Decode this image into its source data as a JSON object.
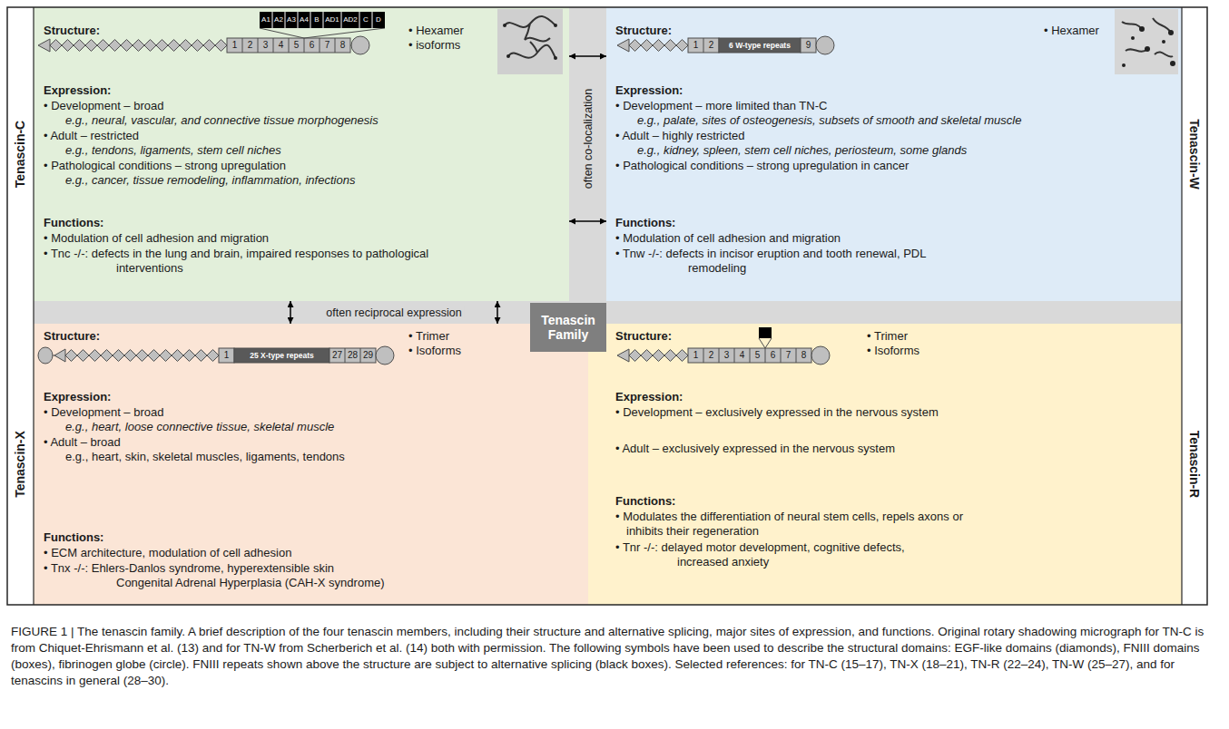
{
  "diagram": {
    "caption": "FIGURE 1 | The tenascin family. A brief description of the four tenascin members, including their structure and alternative splicing, major sites of expression, and functions. Original rotary shadowing micrograph for TN-C is from Chiquet-Ehrismann et al. (13) and for TN-W from Scherberich et al. (14) both with permission. The following symbols have been used to describe the structural domains: EGF-like domains (diamonds), FNIII domains (boxes), fibrinogen globe (circle). FNIII repeats shown above the structure are subject to alternative splicing (black boxes). Selected references: for TN-C (15–17), TN-X (18–21), TN-R (22–24), TN-W (25–27), and for tenascins in general (28–30).",
    "nodes": [
      {
        "text": [
          "Tenascin-C",
          "Structure:",
          "• Hexamer",
          "• isoforms",
          "Expression:",
          "• Development – broad",
          "e.g., neural, vascular, and connective tissue morphogenesis",
          "• Adult – restricted",
          "e.g., tendons, ligaments, stem cell niches",
          "• Pathological conditions – strong upregulation",
          "e.g., cancer, tissue remodeling, inflammation, infections",
          "Functions:",
          "• Modulation of cell adhesion and migration",
          "• Tnc -/-: defects in the lung and brain, impaired responses to pathological interventions"
        ]
      },
      {
        "text": [
          "Tenascin-W",
          "Structure:",
          "• Hexamer",
          "Expression:",
          "• Development – more limited than TN-C",
          "e.g., palate, sites of osteogenesis, subsets of smooth and skeletal muscle",
          "• Adult – highly restricted",
          "e.g., kidney, spleen, stem cell niches, periosteum, some glands",
          "• Pathological conditions – strong upregulation in cancer",
          "Functions:",
          "• Modulation of cell adhesion and migration",
          "• Tnw -/-: defects in incisor eruption and tooth renewal, PDL remodeling"
        ]
      },
      {
        "text": [
          "Tenascin Family"
        ]
      },
      {
        "text": [
          "Tenascin-X",
          "Structure:",
          "• Trimer",
          "• Isoforms",
          "Expression:",
          "• Development – broad",
          "e.g., heart, loose connective tissue, skeletal muscle",
          "• Adult – broad",
          "e.g., heart, skin, skeletal muscles, ligaments, tendons",
          "Functions:",
          "• ECM architecture, modulation of cell adhesion",
          "• Tnx -/-: Ehlers-Danlos syndrome, hyperextensible skin Congenital Adrenal Hyperplasia (CAH-X syndrome)"
        ]
      },
      {
        "text": [
          "Tenascin-R",
          "Structure:",
          "• Trimer",
          "• Isoforms",
          "Expression:",
          "• Development – exclusively expressed in the nervous system",
          "• Adult – exclusively expressed in the nervous system",
          "Functions:",
          "• Modulates the differentiation of neural stem cells, repels axons or inhibits their regeneration",
          "• Tnr -/-: delayed motor development, cognitive defects, increased anxiety"
        ]
      }
    ],
    "edges": [
      {
        "from": 0,
        "to": 1,
        "arrow": "both"
      },
      {
        "from": 0,
        "to": 1,
        "arrow": "both"
      },
      {
        "from": 0,
        "to": 3,
        "arrow": "both"
      },
      {
        "from": 0,
        "to": 3,
        "arrow": "both"
      }
    ],
    "labels": [
      "A1",
      "A2",
      "A3",
      "A4",
      "B",
      "AD1",
      "AD2",
      "C",
      "D",
      "1",
      "2",
      "3",
      "4",
      "5",
      "6",
      "7",
      "8",
      "often co-localization",
      "1",
      "2",
      "6 W-type repeats",
      "9",
      "often reciprocal expression",
      "1",
      "25 X-type repeats",
      "27",
      "28",
      "29",
      "1",
      "2",
      "3",
      "4",
      "5",
      "6",
      "7",
      "8"
    ]
  }
}
